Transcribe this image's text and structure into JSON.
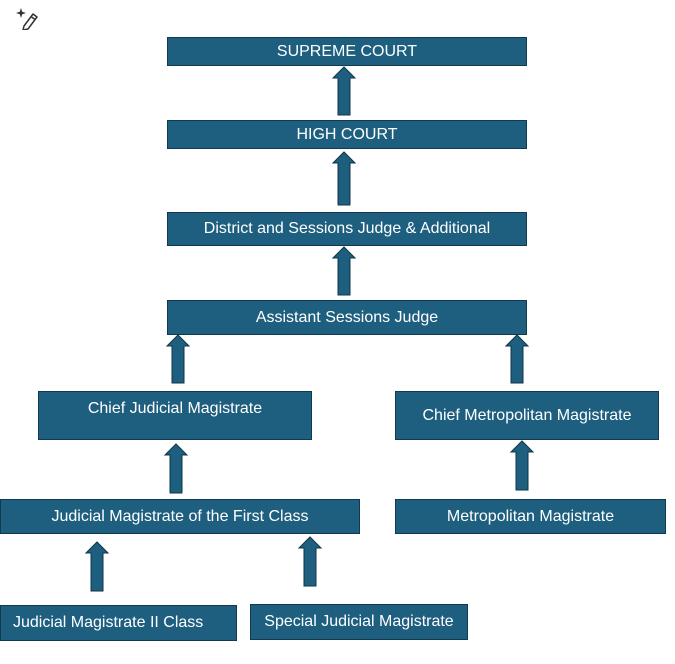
{
  "colors": {
    "box_fill": "#1e5f80",
    "box_border": "#113a50",
    "text": "#ffffff"
  },
  "icons": {
    "top_left": "ai-edit-sparkle-icon"
  },
  "nodes": {
    "supreme_court": "SUPREME COURT",
    "high_court": "HIGH COURT",
    "district_sessions": "District and Sessions Judge & Additional",
    "assistant_sessions": "Assistant Sessions Judge",
    "chief_judicial": "Chief Judicial Magistrate",
    "chief_metropolitan": "Chief Metropolitan Magistrate",
    "jm_first_class": "Judicial Magistrate of the First Class",
    "metropolitan": "Metropolitan Magistrate",
    "jm_second_class": "Judicial Magistrate II Class",
    "special_judicial": "Special Judicial Magistrate"
  }
}
